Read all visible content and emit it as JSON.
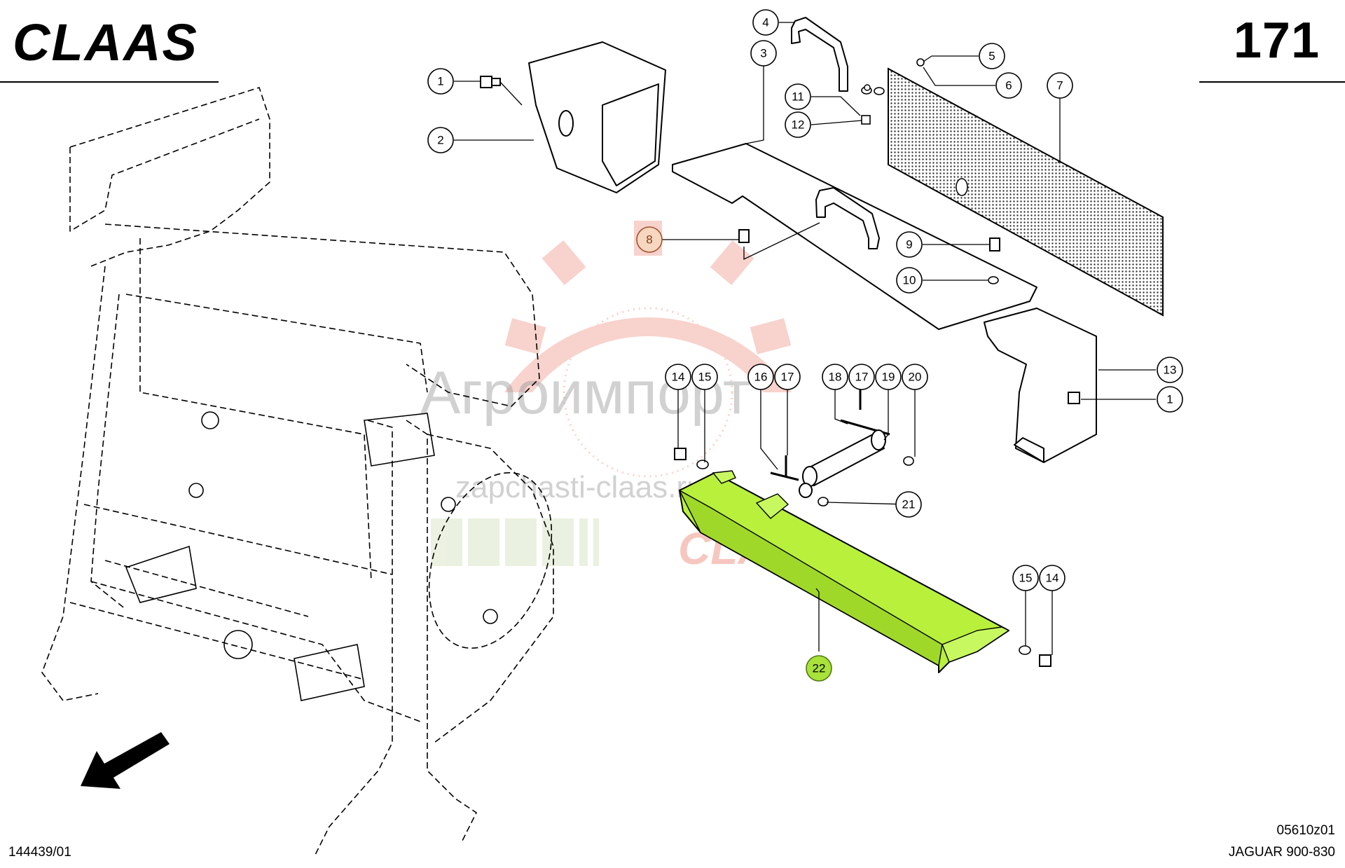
{
  "header": {
    "brand": "CLAAS",
    "page_number": "171"
  },
  "footer": {
    "doc_id": "144439/01",
    "drawing_id": "05610z01",
    "model": "JAGUAR 900-830"
  },
  "watermark": {
    "text_ru": "Агроимпорт",
    "text_url": "zapchasti-claas.ru",
    "brand": "CLAAS"
  },
  "callouts": [
    {
      "id": "c1a",
      "label": "1"
    },
    {
      "id": "c2",
      "label": "2"
    },
    {
      "id": "c3",
      "label": "3"
    },
    {
      "id": "c4",
      "label": "4"
    },
    {
      "id": "c5",
      "label": "5"
    },
    {
      "id": "c6",
      "label": "6"
    },
    {
      "id": "c7",
      "label": "7"
    },
    {
      "id": "c8",
      "label": "8",
      "highlight": "orange"
    },
    {
      "id": "c9",
      "label": "9"
    },
    {
      "id": "c10",
      "label": "10"
    },
    {
      "id": "c11",
      "label": "11"
    },
    {
      "id": "c12",
      "label": "12"
    },
    {
      "id": "c13",
      "label": "13"
    },
    {
      "id": "c1b",
      "label": "1"
    },
    {
      "id": "c14a",
      "label": "14"
    },
    {
      "id": "c15a",
      "label": "15"
    },
    {
      "id": "c16",
      "label": "16"
    },
    {
      "id": "c17a",
      "label": "17"
    },
    {
      "id": "c18",
      "label": "18"
    },
    {
      "id": "c17b",
      "label": "17"
    },
    {
      "id": "c19",
      "label": "19"
    },
    {
      "id": "c20",
      "label": "20"
    },
    {
      "id": "c21",
      "label": "21"
    },
    {
      "id": "c15b",
      "label": "15"
    },
    {
      "id": "c14b",
      "label": "14"
    },
    {
      "id": "c22",
      "label": "22",
      "highlight": "green"
    }
  ],
  "colors": {
    "highlight_green": "#b8f03c",
    "highlight_orange": "#f4c9a8",
    "watermark_red": "#e8624a",
    "watermark_green": "#c8d8a8"
  },
  "icons": [
    "direction-arrow-icon"
  ]
}
